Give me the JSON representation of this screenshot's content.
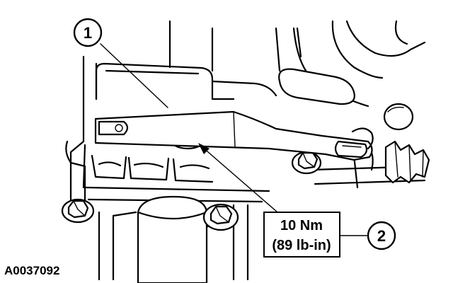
{
  "callouts": [
    {
      "number": "1"
    },
    {
      "number": "2"
    }
  ],
  "torque_box": {
    "line1": "10 Nm",
    "line2": "(89 lb-in)"
  },
  "figure_id": "A0037092"
}
